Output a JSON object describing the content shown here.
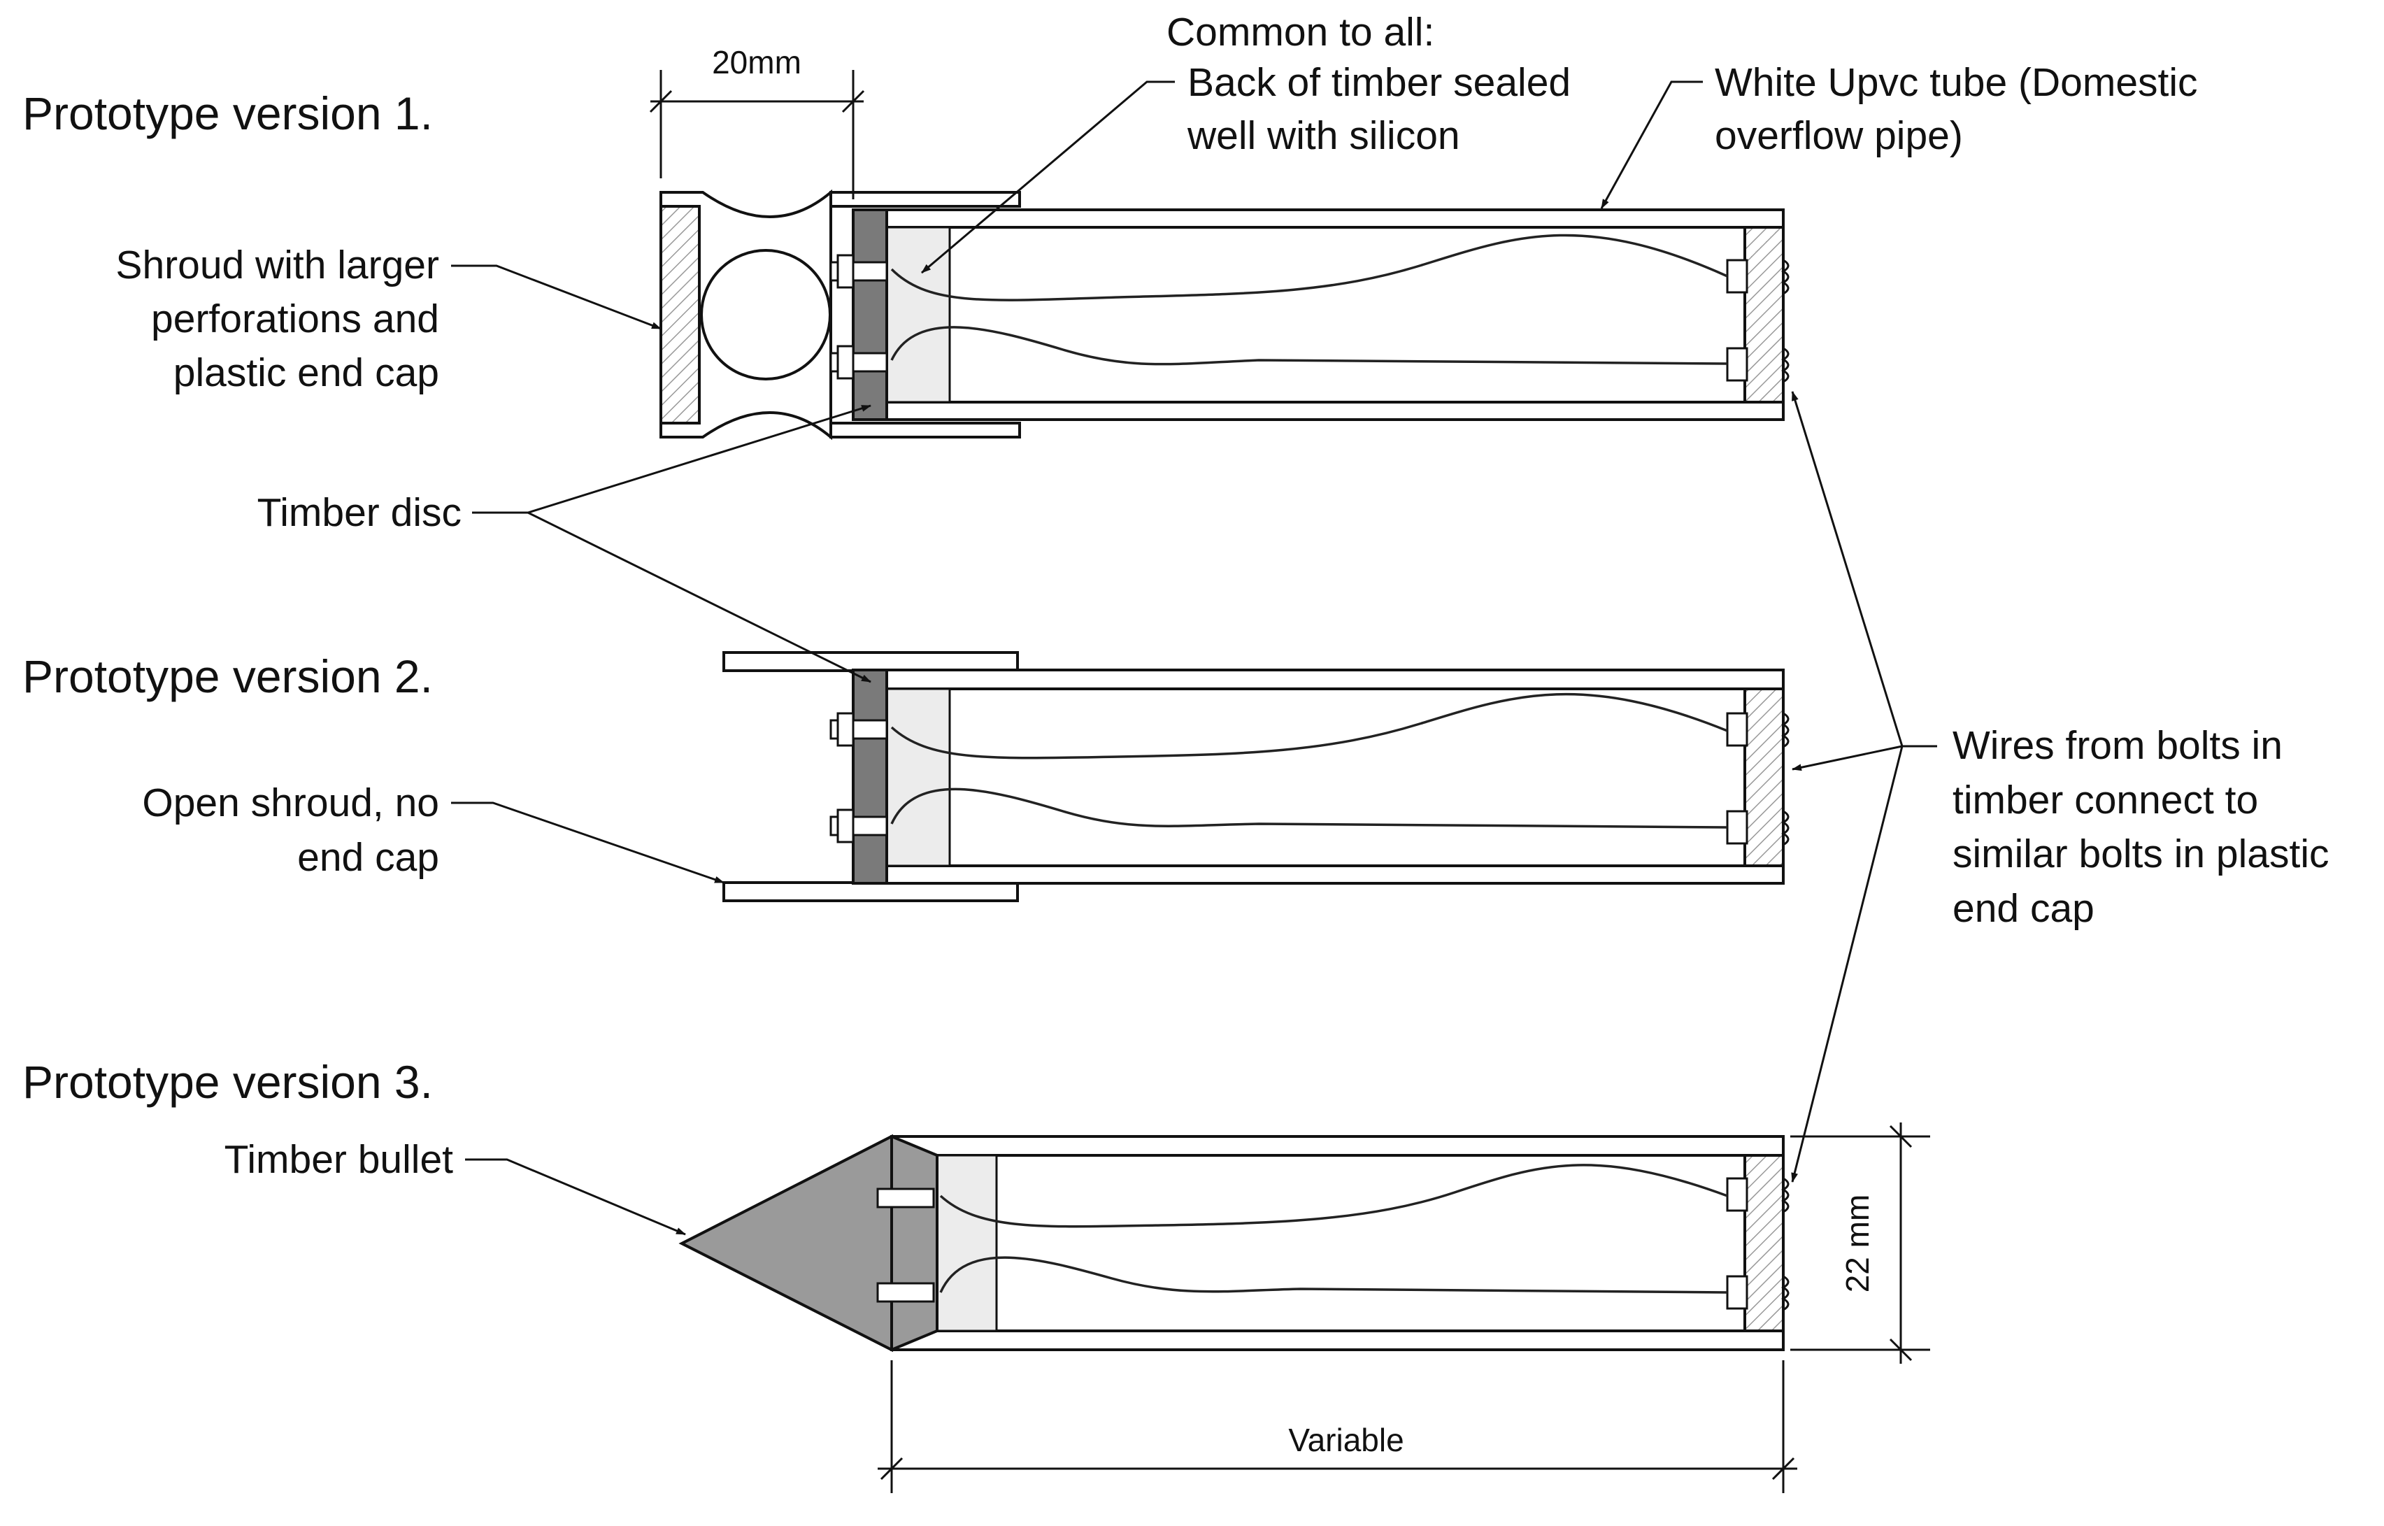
{
  "versions": {
    "v1": "Prototype version 1.",
    "v2": "Prototype version 2.",
    "v3": "Prototype version 3."
  },
  "labels": {
    "shroud1": [
      "Shroud with larger",
      "perforations and",
      "plastic end cap"
    ],
    "timber_disc": "Timber disc",
    "shroud2": [
      "Open shroud, no",
      "end cap"
    ],
    "bullet": "Timber bullet",
    "common": [
      "Common to all:",
      "Back of timber sealed",
      "well with silicon"
    ],
    "tube": [
      "White Upvc tube (Domestic",
      "overflow pipe)"
    ],
    "wires": [
      "Wires from bolts in",
      "timber connect to",
      "similar bolts in plastic",
      "end cap"
    ]
  },
  "dimensions": {
    "shroud_width": "20mm",
    "diameter": "22 mm",
    "length": "Variable"
  },
  "colors": {
    "timber": "#7a7a7a",
    "bullet": "#9a9a9a",
    "silicon": "#ececec",
    "line": "#111111"
  }
}
